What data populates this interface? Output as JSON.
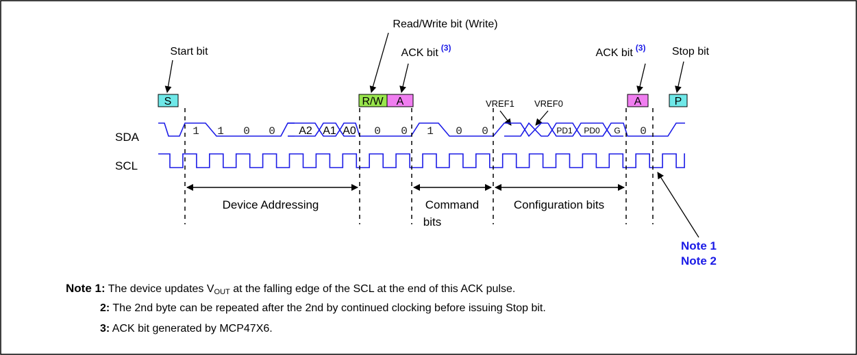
{
  "labels": {
    "read_write": "Read/Write bit (Write)",
    "start_bit": "Start bit",
    "ack_bit_1": "ACK bit",
    "ack_ref_1": "(3)",
    "ack_bit_2": "ACK bit",
    "ack_ref_2": "(3)",
    "stop_bit": "Stop bit",
    "vref1": "VREF1",
    "vref0": "VREF0",
    "sda": "SDA",
    "scl": "SCL",
    "note_1_callout": "Note 1",
    "note_2_callout": "Note 2"
  },
  "boxes": {
    "start": "S",
    "rw": "R/W",
    "ack1": "A",
    "ack2": "A",
    "stop": "P"
  },
  "sda_bits": {
    "b1": "1",
    "b2": "1",
    "b3": "0",
    "b4": "0",
    "a2": "A2",
    "a1": "A1",
    "a0": "A0",
    "b8": "0",
    "b9": "0",
    "c1": "1",
    "c2": "0",
    "c3": "0",
    "pd1": "PD1",
    "pd0": "PD0",
    "g": "G",
    "ack": "0"
  },
  "spans": {
    "device_addressing": "Device Addressing",
    "command_line1": "Command",
    "command_line2": "bits",
    "configuration": "Configuration bits"
  },
  "notes": {
    "note1_label": "Note 1:",
    "note1_text_a": "The device updates V",
    "note1_sub": "OUT",
    "note1_text_b": " at the falling edge of the SCL at the end of this ACK pulse.",
    "note2_label": "2:",
    "note2_text": "The 2nd byte can be repeated after the 2nd by continued clocking before issuing Stop bit.",
    "note3_label": "3:",
    "note3_text": "ACK bit generated by MCP47X6."
  },
  "colors": {
    "signal": "#1a1ae6",
    "start_stop_fill": "#6fe8e8",
    "rw_fill": "#99e64d",
    "ack_fill": "#f07ef0",
    "note_callout": "#1a1ae6"
  }
}
